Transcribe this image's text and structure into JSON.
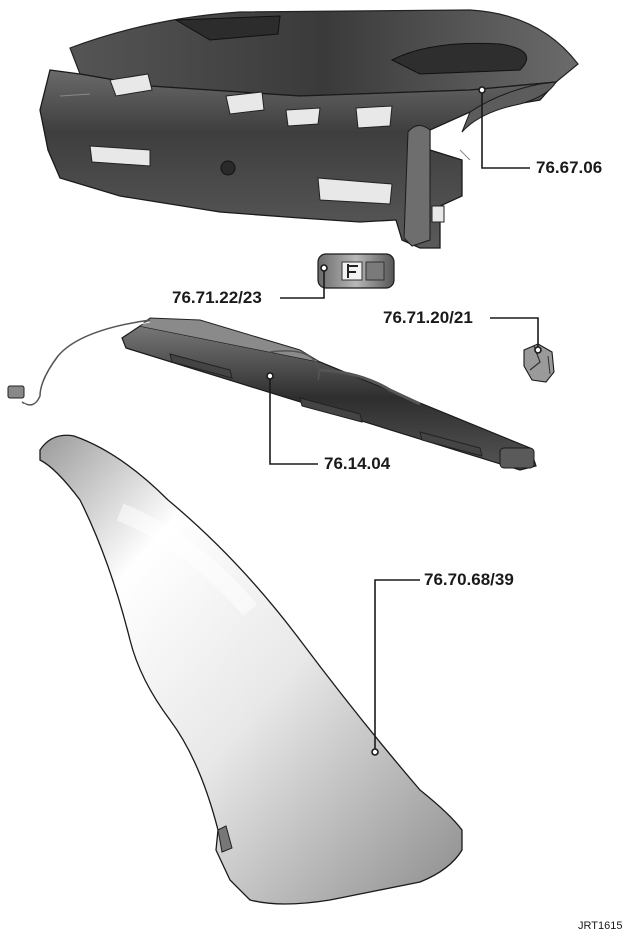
{
  "callouts": {
    "parcel_shelf": "76.67.06",
    "blind_handle": "76.71.22/23",
    "clip": "76.71.20/21",
    "sunblind": "76.14.04",
    "trim_panel": "76.70.68/39"
  },
  "drawing_ref": "JRT1615",
  "colors": {
    "line": "#1a1a1a",
    "part_dark": "#4a4a4a",
    "part_light": "#d6d6d6"
  }
}
